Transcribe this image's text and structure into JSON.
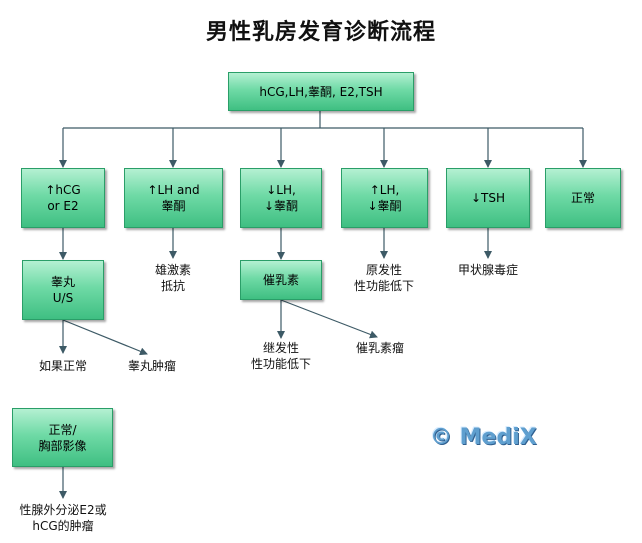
{
  "title": "男性乳房发育诊断流程",
  "nodes": {
    "root": "hCG,LH,睾酮, E2,TSH",
    "hcg_e2_high": "↑hCG\nor E2",
    "lh_t_high": "↑LH and\n睾酮",
    "lh_t_low": "↓LH,\n↓睾酮",
    "lh_high_t_low": "↑LH,\n↓睾酮",
    "tsh_low": "↓TSH",
    "normal": "正常",
    "testis_us": "睾丸\nU/S",
    "prolactin": "催乳素",
    "normal_chest": "正常/\n胸部影像"
  },
  "labels": {
    "androgen_resistance": "雄激素\n抵抗",
    "primary_hypogonadism": "原发性\n性功能低下",
    "hyperthyroidism": "甲状腺毒症",
    "if_normal": "如果正常",
    "testicular_tumor": "睾丸肿瘤",
    "secondary_hypogonadism": "继发性\n性功能低下",
    "prolactinoma": "催乳素瘤",
    "e2_hcg_tumor": "性腺外分泌E2或\nhCG的肿瘤"
  },
  "watermark": "© MediX",
  "colors": {
    "box_top": "#b4f0d2",
    "box_bottom": "#3fbf82",
    "border": "#2a9e68",
    "line": "#3d5a66",
    "watermark": "#5f9fcf"
  }
}
